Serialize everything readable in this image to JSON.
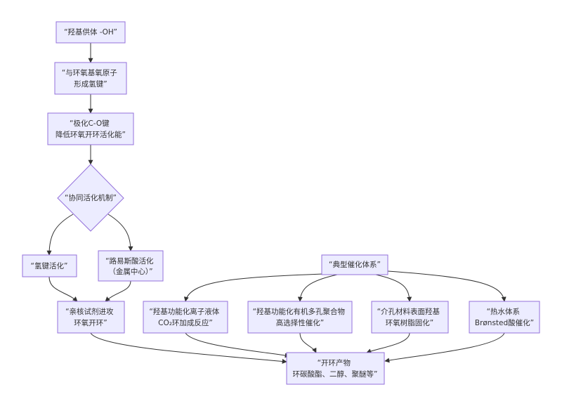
{
  "nodes": {
    "hydroxyl_donor": {
      "lines": [
        "“羟基供体 -OH”"
      ]
    },
    "h_bond": {
      "lines": [
        "“与环氧基氧原子",
        "形成氢键”"
      ]
    },
    "polarize": {
      "lines": [
        "“极化C-O键",
        "降低环氧开环活化能”"
      ]
    },
    "synergy": {
      "lines": [
        "“协同活化机制”"
      ]
    },
    "hbond_activation": {
      "lines": [
        "“氢键活化”"
      ]
    },
    "lewis_acid": {
      "lines": [
        "“路易斯酸活化",
        "（金属中心）”"
      ]
    },
    "nucleophile": {
      "lines": [
        "“亲核试剂进攻",
        "环氧开环”"
      ]
    },
    "typical_systems": {
      "lines": [
        "“典型催化体系”"
      ]
    },
    "ionic_liquid": {
      "lines": [
        "“羟基功能化离子液体",
        "CO₂环加成反应”"
      ]
    },
    "porous_polymer": {
      "lines": [
        "“羟基功能化有机多孔聚合物",
        "高选择性催化”"
      ]
    },
    "mesoporous": {
      "lines": [
        "“介孔材料表面羟基",
        "环氧树脂固化”"
      ]
    },
    "hydrothermal": {
      "lines": [
        "“热水体系",
        "Brønsted酸催化”"
      ]
    },
    "products": {
      "lines": [
        "“开环产物",
        "环碳酸酯、二醇、聚醚等”"
      ]
    }
  }
}
